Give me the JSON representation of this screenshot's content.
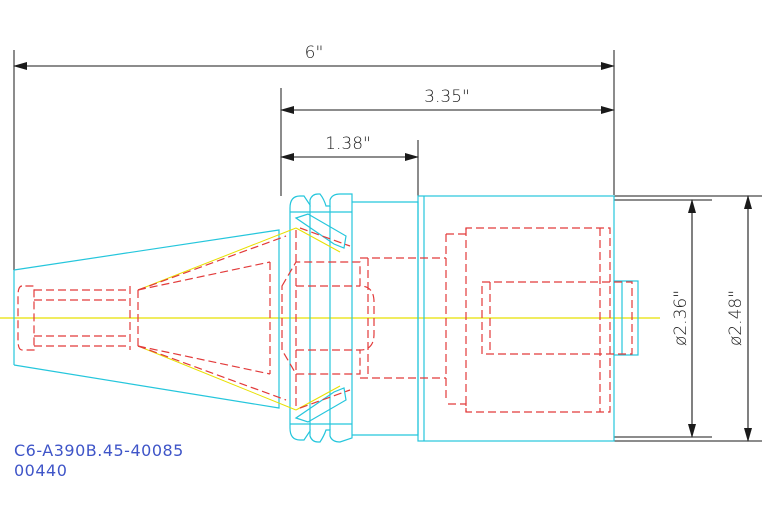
{
  "dimensions": {
    "overall_length": "6\"",
    "gauge_to_end": "3.35\"",
    "flange_to_body": "1.38\"",
    "bore_diameter": "ø2.36\"",
    "body_diameter": "ø2.48\""
  },
  "labels": {
    "part_number": "C6-A390B.45-40085",
    "part_id": "00440"
  },
  "colors": {
    "outline": "#25c6dc",
    "hidden": "#e23a3a",
    "centerline": "#e8e000",
    "dimension": "#1a1a1a",
    "label": "#3f55c8"
  }
}
